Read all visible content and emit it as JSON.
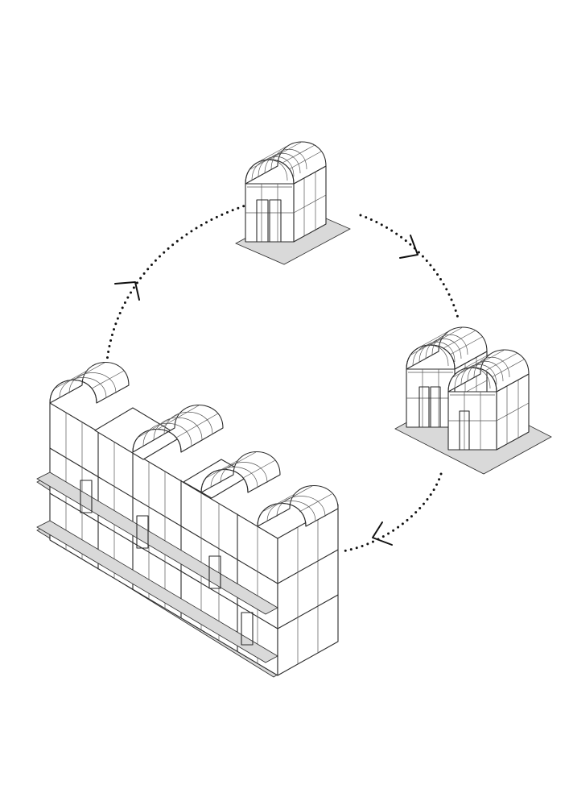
{
  "diagram": {
    "kind": "cycle",
    "stages": [
      {
        "id": "stage-1",
        "description_icon": "single-greenhouse-module-icon"
      },
      {
        "id": "stage-2",
        "description_icon": "double-greenhouse-module-icon"
      },
      {
        "id": "stage-3",
        "description_icon": "greenhouse-row-building-icon"
      }
    ],
    "flow_direction": "clockwise",
    "colors": {
      "line": "#2a2a2a",
      "ground": "#d9d9d9",
      "background": "#ffffff"
    }
  }
}
